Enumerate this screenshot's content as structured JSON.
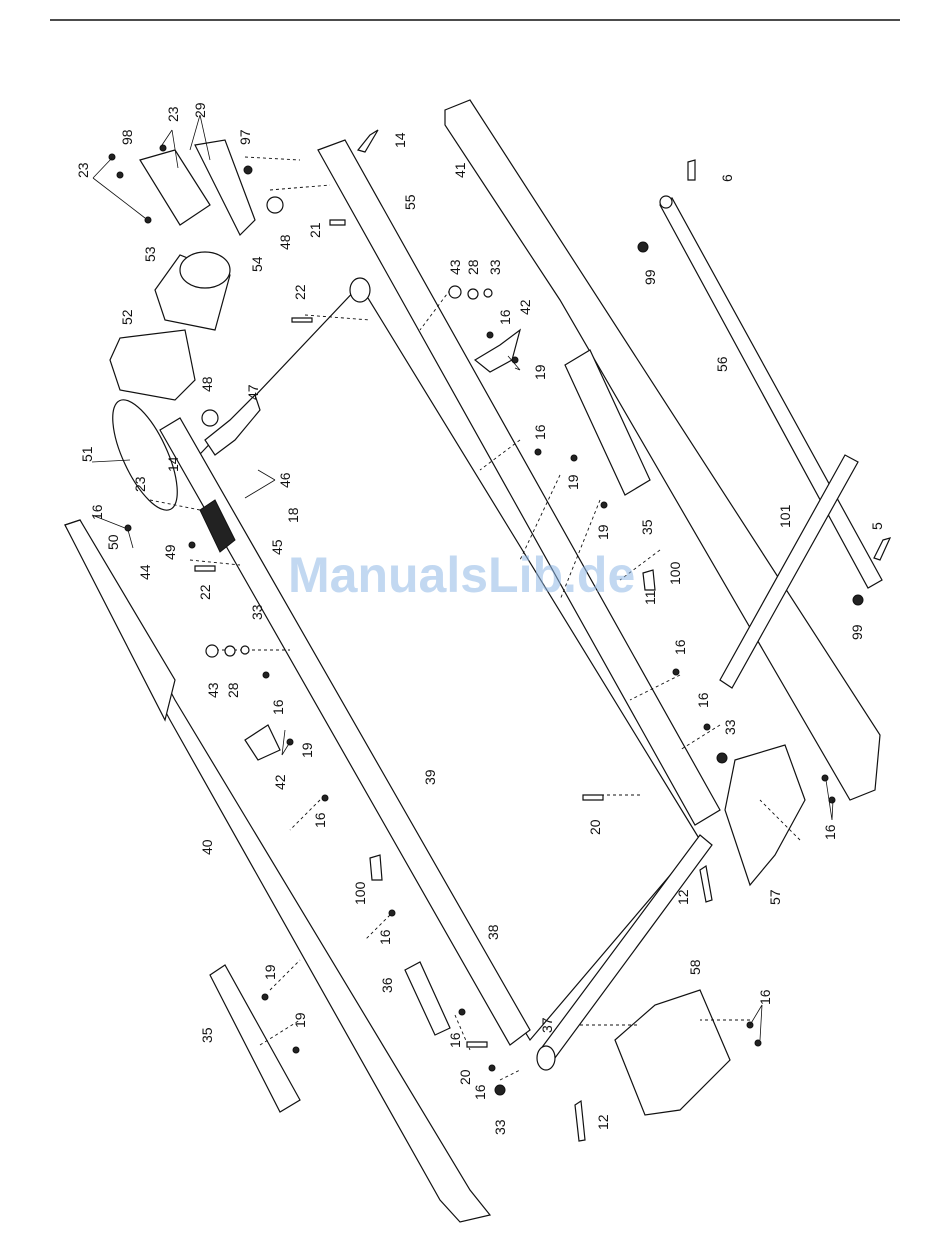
{
  "watermark": "ManualsLib.de",
  "part_labels": [
    "98",
    "23",
    "23",
    "29",
    "97",
    "53",
    "54",
    "48",
    "52",
    "51",
    "23",
    "14",
    "16",
    "50",
    "49",
    "44",
    "48",
    "47",
    "46",
    "18",
    "45",
    "22",
    "33",
    "28",
    "43",
    "16",
    "42",
    "19",
    "16",
    "40",
    "100",
    "16",
    "36",
    "38",
    "35",
    "19",
    "19",
    "16",
    "20",
    "16",
    "33",
    "37",
    "12",
    "58",
    "16",
    "39",
    "14",
    "55",
    "21",
    "22",
    "43",
    "28",
    "33",
    "16",
    "42",
    "19",
    "16",
    "19",
    "19",
    "35",
    "100",
    "11",
    "16",
    "16",
    "33",
    "20",
    "12",
    "57",
    "16",
    "41",
    "6",
    "99",
    "56",
    "101",
    "5",
    "99"
  ]
}
